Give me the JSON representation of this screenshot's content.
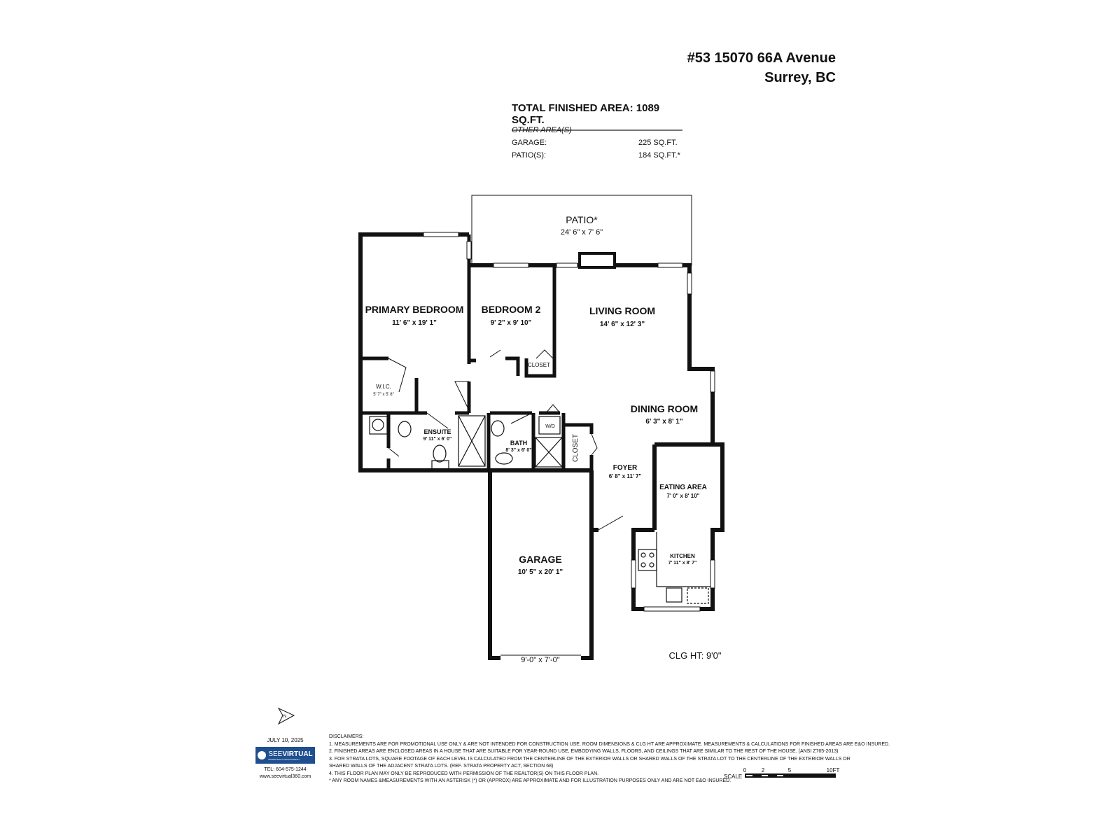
{
  "address": {
    "line1": "#53 15070 66A Avenue",
    "line2": "Surrey, BC"
  },
  "areas": {
    "total_label": "TOTAL FINISHED AREA: 1089 SQ.FT.",
    "other_label": "OTHER AREA(S)",
    "rows": [
      {
        "label": "GARAGE:",
        "value": "225 SQ.FT."
      },
      {
        "label": "PATIO(S):",
        "value": "184 SQ.FT.*"
      }
    ]
  },
  "rooms": {
    "patio": {
      "name": "PATIO*",
      "dim": "24' 6\" x 7' 6\""
    },
    "primary": {
      "name": "PRIMARY BEDROOM",
      "dim": "11' 6\" x 19' 1\""
    },
    "bed2": {
      "name": "BEDROOM 2",
      "dim": "9' 2\" x 9' 10\""
    },
    "living": {
      "name": "LIVING ROOM",
      "dim": "14' 6\" x 12' 3\""
    },
    "wic": {
      "name": "W.I.C.",
      "dim": "5' 7\" x 5' 8\""
    },
    "closet1": {
      "name": "CLOSET"
    },
    "dining": {
      "name": "DINING ROOM",
      "dim": "6' 3\" x 8' 1\""
    },
    "ensuite": {
      "name": "ENSUITE",
      "dim": "9' 11\" x 6' 0\""
    },
    "bath": {
      "name": "BATH",
      "dim": "8' 3\" x 6' 0\""
    },
    "wd": {
      "name": "W/D"
    },
    "closet2": {
      "name": "CLOSET"
    },
    "foyer": {
      "name": "FOYER",
      "dim": "6' 8\" x 11' 7\""
    },
    "eating": {
      "name": "EATING AREA",
      "dim": "7' 0\" x 8' 10\""
    },
    "kitchen": {
      "name": "KITCHEN",
      "dim": "7' 11\" x 8' 7\""
    },
    "garage": {
      "name": "GARAGE",
      "dim": "10' 5\" x 20' 1\""
    },
    "garage_door": "9'-0\" x 7'-0\""
  },
  "ceiling_height": "CLG HT: 9'0\"",
  "north_label": "N",
  "date": "JULY 10, 2025",
  "company": {
    "name_a": "SEE",
    "name_b": "VIRTUAL",
    "tagline": "MARKETING & PHOTOGRAPHY",
    "tel": "TEL: 604-575-1244",
    "web": "www.seevirtual360.com",
    "brand_color": "#1f4f8f"
  },
  "disclaimers": {
    "title": "DISCLAIMERS:",
    "lines": [
      "1. MEASUREMENTS ARE FOR PROMOTIONAL USE ONLY & ARE NOT INTENDED FOR CONSTRUCTION USE. ROOM DIMENSIONS & CLG HT ARE APPROXIMATE. MEASUREMENTS & CALCULATIONS FOR FINISHED AREAS ARE E&O INSURED.",
      "2. FINISHED AREAS ARE ENCLOSED AREAS IN A HOUSE THAT ARE SUITABLE FOR YEAR-ROUND USE, EMBODYING WALLS, FLOORS, AND CEILINGS THAT ARE SIMILAR TO THE REST OF THE HOUSE. (ANSI Z765-2013)",
      "3. FOR STRATA LOTS, SQUARE FOOTAGE OF EACH LEVEL IS CALCULATED FROM THE CENTERLINE OF THE EXTERIOR WALLS OR SHARED WALLS OF THE STRATA LOT TO THE CENTERLINE OF THE EXTERIOR WALLS OR",
      "SHARED WALLS OF THE ADJACENT STRATA LOTS. (REF. STRATA PROPERTY ACT, SECTION 68)",
      "4. THIS FLOOR PLAN MAY ONLY BE REPRODUCED WITH PERMISSION OF THE REALTOR(S) ON THIS FLOOR PLAN.",
      "* ANY ROOM NAMES  &MEASUREMENTS WITH AN ASTERISK (*) OR (APPROX) ARE APPROXIMATE AND FOR ILLUSTRATION PURPOSES ONLY AND ARE NOT E&O INSURED."
    ]
  },
  "scale": {
    "label": "SCALE",
    "ticks": [
      "0",
      "2",
      "5",
      "10FT"
    ]
  }
}
